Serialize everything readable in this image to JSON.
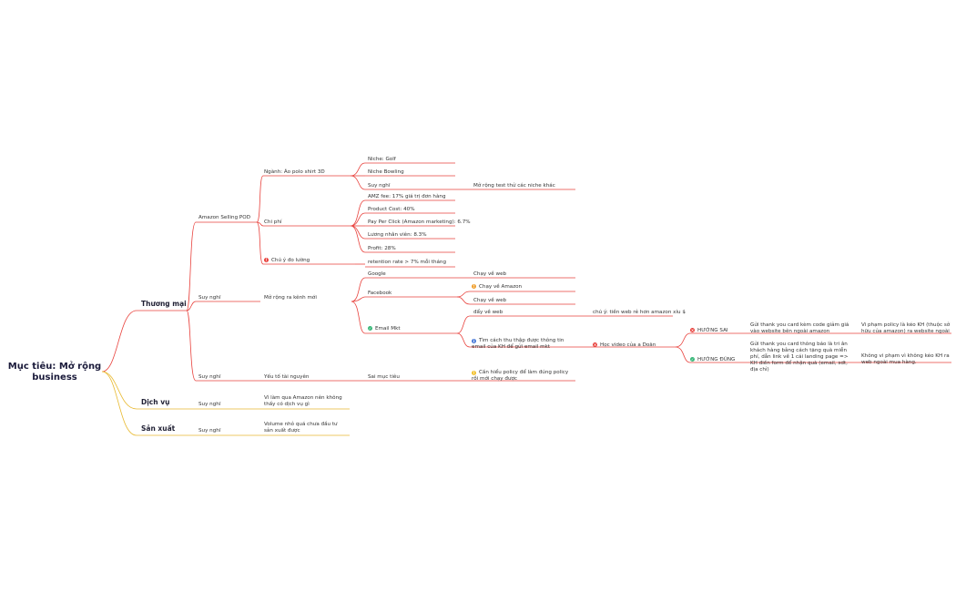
{
  "root": {
    "line1": "Mục tiêu: Mở rộng",
    "line2": "business"
  },
  "branches": {
    "thuong_mai": "Thương mại",
    "dich_vu": "Dịch vụ",
    "san_xuat": "Sản xuất"
  },
  "nodes": {
    "amazon": "Amazon Selling POD",
    "tm_suy_nghi_1": "Suy nghĩ",
    "tm_suy_nghi_2": "Suy nghĩ",
    "nganh": "Ngành: Áo polo shirt 3D",
    "niche_golf": "Niche: Golf",
    "niche_bowling": "Niche Bowling",
    "nganh_suy_nghi": "Suy nghĩ",
    "mo_rong_test": "Mở rộng test thử các niche khác",
    "chi_phi": "Chi phí",
    "amz_fee": "AMZ fee: 17% giá trị đơn hàng",
    "product_cost": "Product Cost: 40%",
    "ppc": "Pay Per Click (Amazon marketing): 6.7%",
    "luong": "Lương nhân viên: 8.3%",
    "profit": "Profit: 28%",
    "chu_y": "Chú ý đo lường",
    "retention": "retention rate > 7% mỗi tháng",
    "mo_rong_kenh": "Mở rộng ra kênh mới",
    "google": "Google",
    "google_chay": "Chạy về web",
    "facebook": "Facebook",
    "fb_amazon": "Chạy về Amazon",
    "fb_web": "Chạy về web",
    "email_mkt": "Email Mkt",
    "day_ve_web": "đẩy về web",
    "chu_y_tien": "chú ý: tiền web rẻ hơn amazon xíu $",
    "tim_cach": "Tìm cách thu thập được thông tin email của KH để gửi email mkt",
    "hoc_video": "Học video của a Doãn",
    "huong_sai": "HƯỚNG SAI",
    "huong_dung": "HƯỚNG ĐÚNG",
    "sai_desc": "Gửi thank you card kèm code giảm giá vào website bên ngoài amazon",
    "sai_result": "Vi phạm policy là kéo KH (thuộc sở hữu của amazon) ra website ngoài",
    "dung_desc": "Gửi thank you card thông báo là tri ân khách hàng bằng cách tặng quà miễn phí, dẫn link về 1 cái landing page => KH điền form để nhận quà (email, sdt, địa chỉ)",
    "dung_result": "Không vi phạm vì không kéo KH ra web ngoài mua hàng.",
    "yeu_to": "Yếu tố tài nguyên",
    "sai_muc_tieu": "Sai mục tiêu",
    "can_hieu": "Cần hiểu policy để làm đúng policy rồi mới chạy được",
    "dv_suy_nghi": "Suy nghĩ",
    "dv_text": "Vì làm qua Amazon nên không thấy có dịch vụ gì",
    "sx_suy_nghi": "Suy nghĩ",
    "sx_text": "Volume nhỏ quá chưa đầu tư sản xuất được"
  },
  "colors": {
    "red_branch": "#e8413c",
    "gold_branch": "#e8b930",
    "root_text": "#1a1a3a",
    "icon_red": "#e8413c",
    "icon_green": "#3ab87a",
    "icon_blue": "#4a7bd8",
    "icon_orange": "#f0a030",
    "icon_yellow": "#f2c12e"
  },
  "icons": {
    "chu_y": "exclamation-icon",
    "fb_amazon": "warning-icon",
    "email_mkt": "check-icon",
    "tim_cach": "info-icon",
    "hoc_video": "cross-icon",
    "huong_sai": "cross-icon",
    "huong_dung": "check-icon",
    "can_hieu": "warning-icon"
  }
}
